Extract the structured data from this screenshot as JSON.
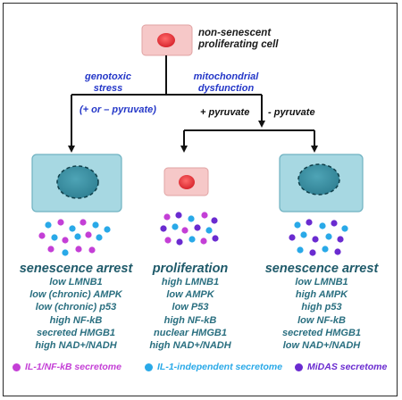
{
  "top_cell": {
    "label_line1": "non-senescent",
    "label_line2": "proliferating cell"
  },
  "branches": {
    "genotoxic_line1": "genotoxic",
    "genotoxic_line2": "stress",
    "mito_line1": "mitochondrial",
    "mito_line2": "dysfunction",
    "pyruvate_either": "(+ or – pyruvate)",
    "plus_pyruvate": "+ pyruvate",
    "minus_pyruvate": "- pyruvate"
  },
  "columns": [
    {
      "title": "senescence arrest",
      "lines": [
        "low LMNB1",
        "low (chronic) AMPK",
        "low (chronic) p53",
        "high NF-kB",
        "secreted HMGB1",
        "high NAD+/NADH"
      ]
    },
    {
      "title": "proliferation",
      "lines": [
        "high LMNB1",
        "low AMPK",
        "low P53",
        "high NF-kB",
        "nuclear HMGB1",
        "high NAD+/NADH"
      ]
    },
    {
      "title": "senescence arrest",
      "lines": [
        "low LMNB1",
        "high AMPK",
        "high p53",
        "low NF-kB",
        "secreted HMGB1",
        "low NAD+/NADH"
      ]
    }
  ],
  "legend": [
    {
      "label": "IL-1/NF-kB secretome",
      "color": "#c43fd6"
    },
    {
      "label": "IL-1-independent secretome",
      "color": "#29a9e8"
    },
    {
      "label": "MiDAS secretome",
      "color": "#6a2bd0"
    }
  ],
  "colors": {
    "senescent_cell_fill": "#a7d8e2",
    "senescent_nucleus_fill": "#3b8da0",
    "proliferating_cell_fill": "#f6c8c8",
    "proliferating_nucleus_fill": "#e8333a",
    "text_teal": "#2a6f80",
    "label_blue": "#2437c8"
  }
}
